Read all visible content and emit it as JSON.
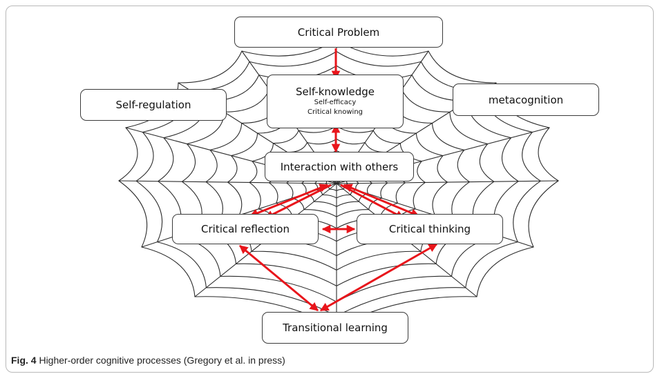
{
  "nodes": {
    "critical_problem": "Critical Problem",
    "self_knowledge": "Self-knowledge",
    "self_knowledge_sub1": "Self-efficacy",
    "self_knowledge_sub2": "Critical knowing",
    "self_regulation": "Self-regulation",
    "metacognition": "metacognition",
    "interaction": "Interaction with others",
    "critical_reflection": "Critical reflection",
    "critical_thinking": "Critical thinking",
    "transitional_learning": "Transitional learning"
  },
  "caption": {
    "label": "Fig. 4",
    "text": "Higher-order cognitive processes (Gregory et al. in press)"
  },
  "colors": {
    "arrow": "#e8151b",
    "web": "#2b2b2b",
    "box_border": "#3a3a3a"
  }
}
